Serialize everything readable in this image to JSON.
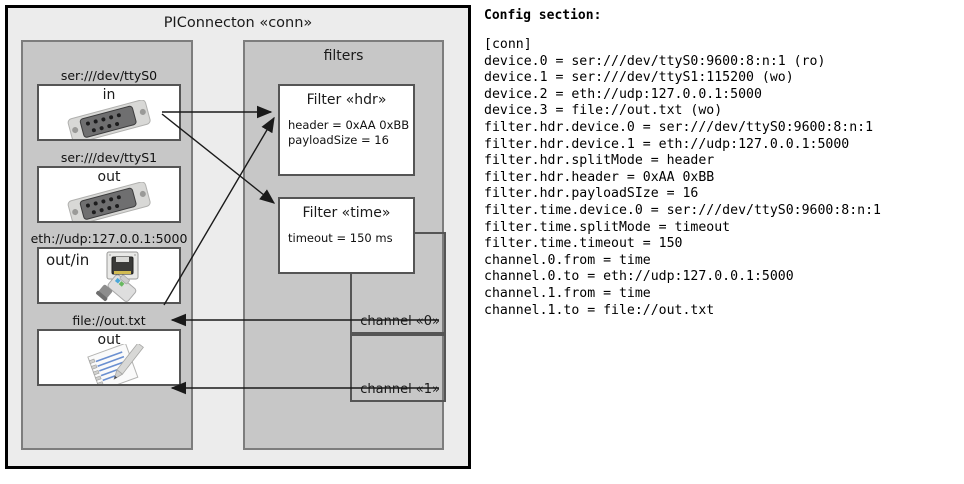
{
  "diagram": {
    "title": "PIConnecton «conn»",
    "devices_panel": {
      "groups": [
        {
          "label": "ser:///dev/ttyS0",
          "direction": "in",
          "icon": "serial-port-icon"
        },
        {
          "label": "ser:///dev/ttyS1",
          "direction": "out",
          "icon": "serial-port-icon"
        },
        {
          "label": "eth://udp:127.0.0.1:5000",
          "direction": "out/in",
          "icon": "ethernet-icon"
        },
        {
          "label": "file://out.txt",
          "direction": "out",
          "icon": "file-notepad-icon"
        }
      ]
    },
    "filters_panel": {
      "title": "filters",
      "filters": [
        {
          "title": "Filter «hdr»",
          "props": "header = 0xAA 0xBB\npayloadSize = 16"
        },
        {
          "title": "Filter «time»",
          "props": "timeout = 150 ms"
        }
      ],
      "channels": [
        {
          "label": "channel «0»"
        },
        {
          "label": "channel «1»"
        }
      ]
    },
    "colors": {
      "background": "#ececec",
      "panel": "#c7c7c7",
      "panel_border": "#7d7d7d",
      "box_border": "#555555",
      "outer_border": "#000000"
    }
  },
  "config": {
    "heading": "Config section:",
    "lines": "[conn]\ndevice.0 = ser:///dev/ttyS0:9600:8:n:1 (ro)\ndevice.1 = ser:///dev/ttyS1:115200 (wo)\ndevice.2 = eth://udp:127.0.0.1:5000\ndevice.3 = file://out.txt (wo)\nfilter.hdr.device.0 = ser:///dev/ttyS0:9600:8:n:1\nfilter.hdr.device.1 = eth://udp:127.0.0.1:5000\nfilter.hdr.splitMode = header\nfilter.hdr.header = 0xAA 0xBB\nfilter.hdr.payloadSIze = 16\nfilter.time.device.0 = ser:///dev/ttyS0:9600:8:n:1\nfilter.time.splitMode = timeout\nfilter.time.timeout = 150\nchannel.0.from = time\nchannel.0.to = eth://udp:127.0.0.1:5000\nchannel.1.from = time\nchannel.1.to = file://out.txt"
  }
}
